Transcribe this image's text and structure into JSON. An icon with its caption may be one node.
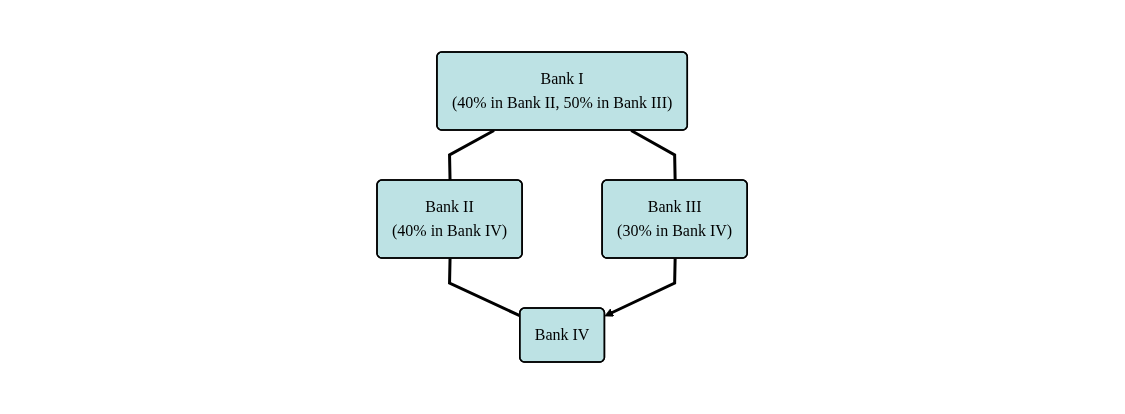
{
  "diagram": {
    "nodes": [
      {
        "text": [
          "Bank I",
          "(40% in Bank II, 50% in Bank III)"
        ]
      },
      {
        "text": [
          "Bank II",
          "(40% in Bank IV)"
        ]
      },
      {
        "text": [
          "Bank III",
          "(30% in Bank IV)"
        ]
      },
      {
        "text": [
          "Bank IV"
        ]
      }
    ],
    "edges": [
      {
        "from": 0,
        "to": 1,
        "arrow": "none"
      },
      {
        "from": 0,
        "to": 2,
        "arrow": "none"
      },
      {
        "from": 1,
        "to": 3,
        "arrow": "none"
      },
      {
        "from": 2,
        "to": 3,
        "arrow": "to"
      }
    ]
  }
}
